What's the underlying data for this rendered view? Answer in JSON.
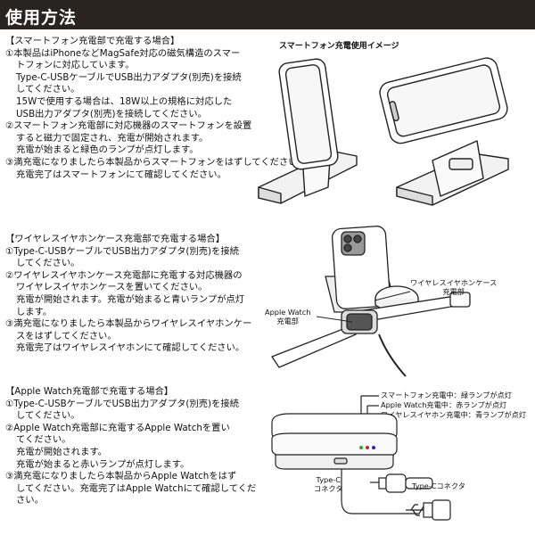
{
  "header": {
    "title": "使用方法"
  },
  "section_phone": {
    "heading": "【スマートフォン充電部で充電する場合】",
    "lines": [
      "①本製品はiPhoneなどMagSafe対応の磁気構造のスマー",
      "トフォンに対応しています。",
      "Type-C-USBケーブルでUSB出力アダプタ(別売)を接続",
      "してください。",
      "15Wで使用する場合は、18W以上の規格に対応した",
      "USB出力アダプタ(別売)を接続してください。",
      "②スマートフォン充電部に対応機器のスマートフォンを設置",
      "すると磁力で固定され、充電が開始されます。",
      "充電が始まると緑色のランプが点灯します。",
      "③満充電になりましたら本製品からスマートフォンをはずしてください。",
      "充電完了はスマートフォンにて確認してください。"
    ]
  },
  "section_earphone": {
    "heading": "【ワイヤレスイヤホンケース充電部で充電する場合】",
    "lines": [
      "①Type-C-USBケーブルでUSB出力アダプタ(別売)を接続",
      "してください。",
      "②ワイヤレスイヤホンケース充電部に充電する対応機器の",
      "ワイヤレスイヤホンケースを置いてください。",
      "充電が開始されます。充電が始まると青いランプが点灯",
      "します。",
      "③満充電になりましたら本製品からワイヤレスイヤホンケー",
      "スをはずしてください。",
      "充電完了はワイヤレスイヤホンにて確認してください。"
    ]
  },
  "section_watch": {
    "heading": "【Apple Watch充電部で充電する場合】",
    "lines": [
      "①Type-C-USBケーブルでUSB出力アダプタ(別売)を接続",
      "してください。",
      "②Apple Watch充電部に充電するApple Watchを置い",
      "てください。",
      "充電が開始されます。",
      "充電が始まると赤いランプが点灯します。",
      "③満充電になりましたら本製品からApple Watchをはず",
      "してください。充電完了はApple Watchにて確認してくだ",
      "さい。"
    ]
  },
  "image_labels": {
    "phone_image_title": "スマートフォン充電使用イメージ",
    "earphone_case_charger": "ワイヤレスイヤホンケース\n充電部",
    "watch_charger": "Apple Watch\n充電部",
    "lamp_green": "スマートフォン充電中：緑ランプが点灯",
    "lamp_red": "Apple Watch充電中：赤ランプが点灯",
    "lamp_blue": "ワイヤレスイヤホン充電中：青ランプが点灯",
    "typec_connector": "Type-C\nコネクタ",
    "typec_connector_right": "Type-Cコネクタ"
  }
}
